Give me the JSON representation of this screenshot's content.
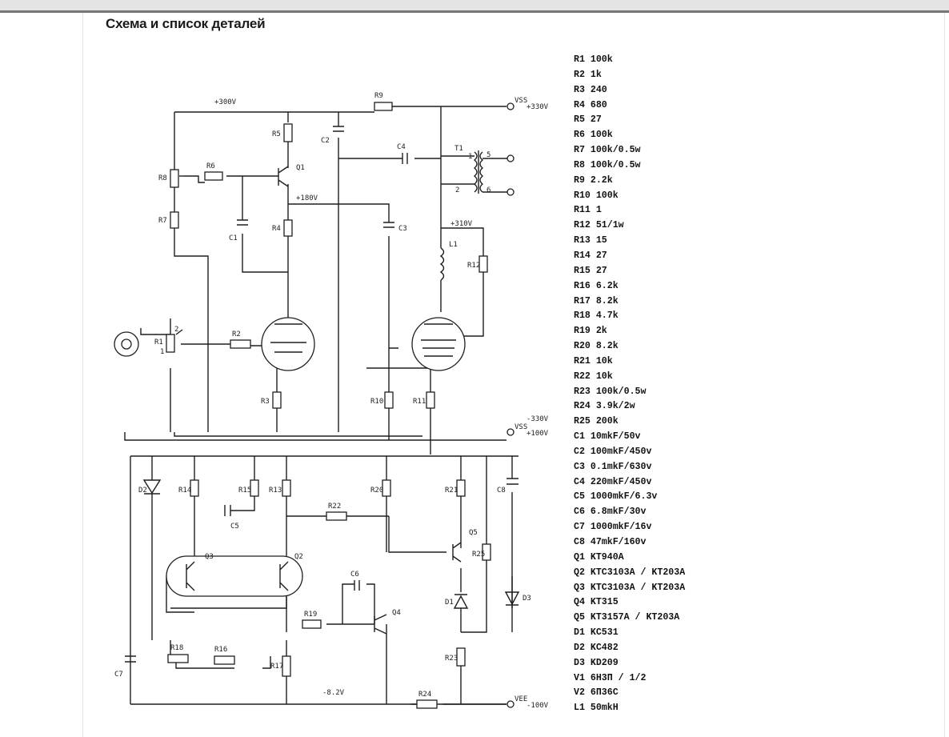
{
  "title": "Схема и список деталей",
  "parts": [
    "R1 100k",
    "R2 1k",
    "R3 240",
    "R4 680",
    "R5 27",
    "R6 100k",
    "R7 100k/0.5w",
    "R8 100k/0.5w",
    "R9 2.2k",
    "R10 100k",
    "R11 1",
    "R12 51/1w",
    "R13 15",
    "R14 27",
    "R15 27",
    "R16 6.2k",
    "R17 8.2k",
    "R18 4.7k",
    "R19 2k",
    "R20 8.2k",
    "R21 10k",
    "R22 10k",
    "R23 100k/0.5w",
    "R24 3.9k/2w",
    "R25 200k",
    "C1 10mkF/50v",
    "C2 100mkF/450v",
    "C3 0.1mkF/630v",
    "C4 220mkF/450v",
    "C5 1000mkF/6.3v",
    "C6 6.8mkF/30v",
    "C7 1000mkF/16v",
    "C8 47mkF/160v",
    "Q1 KT940A",
    "Q2 KTC3103A / KT203A",
    "Q3 KTC3103A / KT203A",
    "Q4 KT315",
    "Q5 KT3157A / KT203A",
    "D1 KC531",
    "D2 KC482",
    "D3 KD209",
    "V1 6Н3П / 1/2",
    "V2 6П36С",
    "L1 50mkH"
  ],
  "schematic": {
    "labels": {
      "v300": "+300V",
      "v330": "+330V",
      "vss": "VSS",
      "vee": "VEE",
      "v180": "+180V",
      "v310": "+310V",
      "v330n": "-330V",
      "v100": "+100V",
      "v100n": "-100V",
      "v82": "-8.2V",
      "R1": "R1",
      "R2": "R2",
      "R3": "R3",
      "R4": "R4",
      "R5": "R5",
      "R6": "R6",
      "R7": "R7",
      "R8": "R8",
      "R9": "R9",
      "R10": "R10",
      "R11": "R11",
      "R12": "R12",
      "R13": "R13",
      "R14": "R14",
      "R15": "R15",
      "R16": "R16",
      "R17": "R17",
      "R18": "R18",
      "R19": "R19",
      "R20": "R20",
      "R21": "R21",
      "R22": "R22",
      "R23": "R23",
      "R24": "R24",
      "R25": "R25",
      "C1": "C1",
      "C2": "C2",
      "C3": "C3",
      "C4": "C4",
      "C5": "C5",
      "C6": "C6",
      "C7": "C7",
      "C8": "C8",
      "Q1": "Q1",
      "Q2": "Q2",
      "Q3": "Q3",
      "Q4": "Q4",
      "Q5": "Q5",
      "D1": "D1",
      "D2": "D2",
      "D3": "D3",
      "T1": "T1",
      "L1": "L1",
      "p1": "1",
      "p2": "2",
      "p5": "5",
      "p6": "6",
      "pot1": "1",
      "pot2": "2",
      "plus": "+"
    }
  }
}
